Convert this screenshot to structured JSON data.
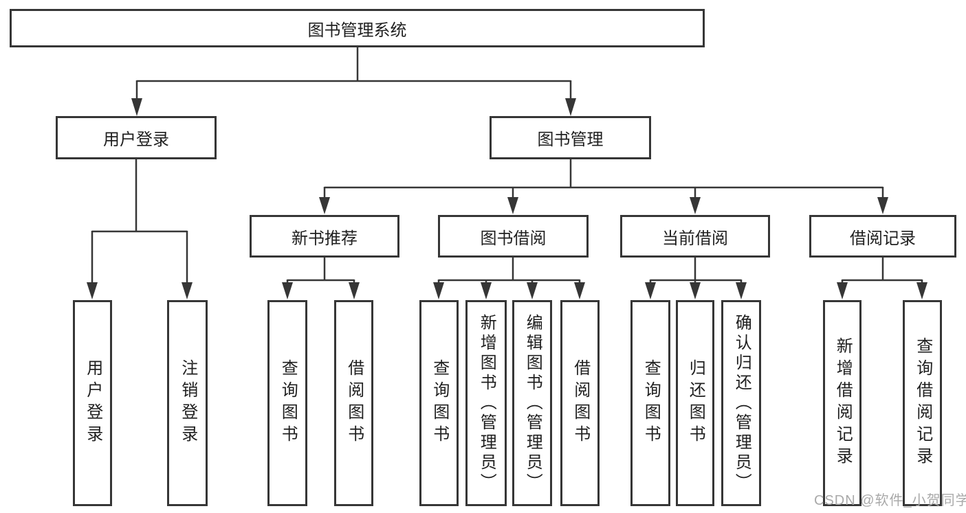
{
  "diagram": {
    "title": "图书管理系统",
    "tree": {
      "label": "图书管理系统",
      "children": [
        {
          "label": "用户登录",
          "children": [
            {
              "label": "用户登录"
            },
            {
              "label": "注销登录"
            }
          ]
        },
        {
          "label": "图书管理",
          "children": [
            {
              "label": "新书推荐",
              "children": [
                {
                  "label": "查询图书"
                },
                {
                  "label": "借阅图书"
                }
              ]
            },
            {
              "label": "图书借阅",
              "children": [
                {
                  "label": "查询图书"
                },
                {
                  "label": "新增图书（管理员）"
                },
                {
                  "label": "编辑图书（管理员）"
                },
                {
                  "label": "借阅图书"
                }
              ]
            },
            {
              "label": "当前借阅",
              "children": [
                {
                  "label": "查询图书"
                },
                {
                  "label": "归还图书"
                },
                {
                  "label": "确认归还（管理员）"
                }
              ]
            },
            {
              "label": "借阅记录",
              "children": [
                {
                  "label": "新增借阅记录"
                },
                {
                  "label": "查询借阅记录"
                }
              ]
            }
          ]
        }
      ]
    },
    "colors": {
      "line": "#363636",
      "box_border": "#363636",
      "text": "#1f1f1f",
      "watermark": "#a9a9a9",
      "background": "#ffffff"
    }
  },
  "watermark": {
    "text": "CSDN @软件_小贺同学"
  }
}
